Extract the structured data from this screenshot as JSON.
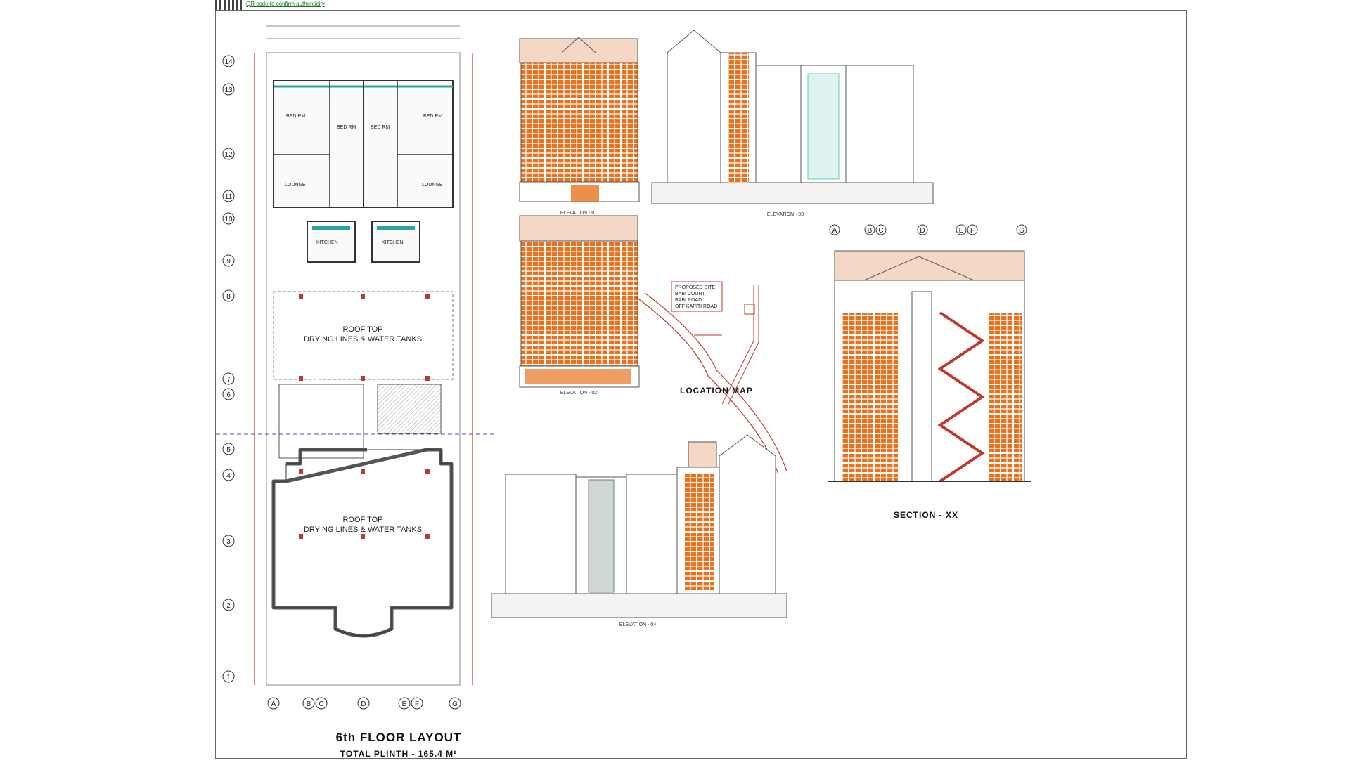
{
  "qr": {
    "text": "QR code to confirm authenticity"
  },
  "plan": {
    "title": "6th FLOOR LAYOUT",
    "subtitle": "TOTAL PLINTH - 165.4 M²",
    "rooftop_upper": [
      "ROOF TOP",
      "DRYING LINES & WATER TANKS"
    ],
    "rooftop_lower": [
      "ROOF TOP",
      "DRYING LINES & WATER TANKS"
    ],
    "rooms": [
      "BED RM",
      "BED RM",
      "BED RM",
      "BED RM",
      "LOUNGE",
      "LOUNGE",
      "KITCHEN",
      "KITCHEN"
    ],
    "grid_rows": [
      "14",
      "13",
      "12",
      "11",
      "10",
      "9",
      "8",
      "7",
      "6",
      "5",
      "4",
      "3",
      "2",
      "1"
    ],
    "grid_cols": [
      "A",
      "B",
      "C",
      "D",
      "E",
      "F",
      "G"
    ]
  },
  "elevations": {
    "e01": "ELEVATION - 01",
    "e02": "ELEVATION - 02",
    "e03": "ELEVATION - 03",
    "e04": "ELEVATION - 04"
  },
  "location": {
    "title": "LOCATION MAP",
    "site_note": [
      "PROPOSED SITE",
      "BABI COURT,",
      "BABI ROAD",
      "OFF KAPITI ROAD"
    ]
  },
  "section": {
    "title": "SECTION - XX",
    "grid_cols": [
      "A",
      "B",
      "C",
      "D",
      "E",
      "F",
      "G"
    ]
  },
  "colors": {
    "brick": "#e8731f",
    "window": "#5ccfc0",
    "roof": "#f4d7c4",
    "line": "#444444",
    "grid": "#c0392b"
  }
}
